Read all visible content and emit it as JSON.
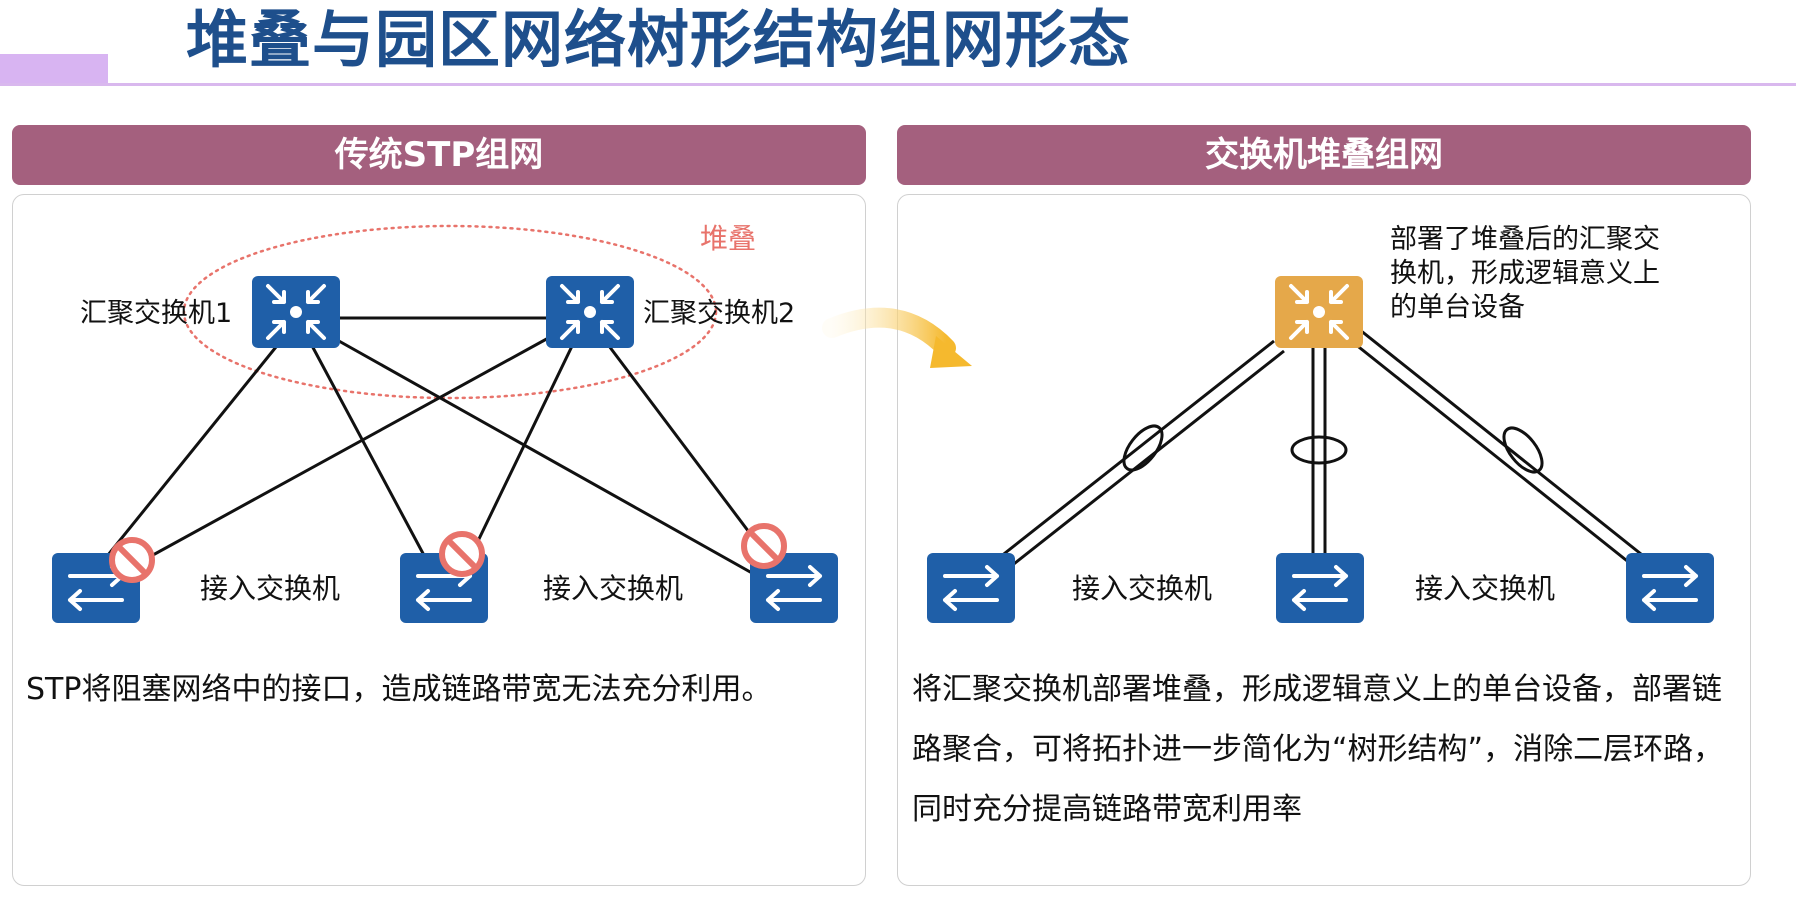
{
  "page": {
    "title": "堆叠与园区网络树形结构组网形态"
  },
  "colors": {
    "header_bg": "#a4607e",
    "title": "#1e4f8c",
    "device_blue": "#1f5fa8",
    "stacked_device": "#e5a84a",
    "blocked": "#e8736b",
    "stack_label": "#e8736b",
    "arrow": "#f5bd3c"
  },
  "left_panel": {
    "header": "传统STP组网",
    "stack_label": "堆叠",
    "agg_switch_1": "汇聚交换机1",
    "agg_switch_2": "汇聚交换机2",
    "access_label_1": "接入交换机",
    "access_label_2": "接入交换机",
    "description": "STP将阻塞网络中的接口，造成链路带宽无法充分利用。"
  },
  "right_panel": {
    "header": "交换机堆叠组网",
    "callout_line1": "部署了堆叠后的汇聚交",
    "callout_line2": "换机，形成逻辑意义上",
    "callout_line3": "的单台设备",
    "access_label_1": "接入交换机",
    "access_label_2": "接入交换机",
    "description": "将汇聚交换机部署堆叠，形成逻辑意义上的单台设备，部署链路聚合，可将拓扑进一步简化为“树形结构”，消除二层环路，同时充分提高链路带宽利用率"
  },
  "icons": {
    "aggregation_switch": "core-switch-icon",
    "access_switch": "access-switch-icon",
    "blocked_port": "blocked-icon",
    "link_aggregation": "link-aggregation-icon",
    "transition": "curved-arrow-icon"
  }
}
